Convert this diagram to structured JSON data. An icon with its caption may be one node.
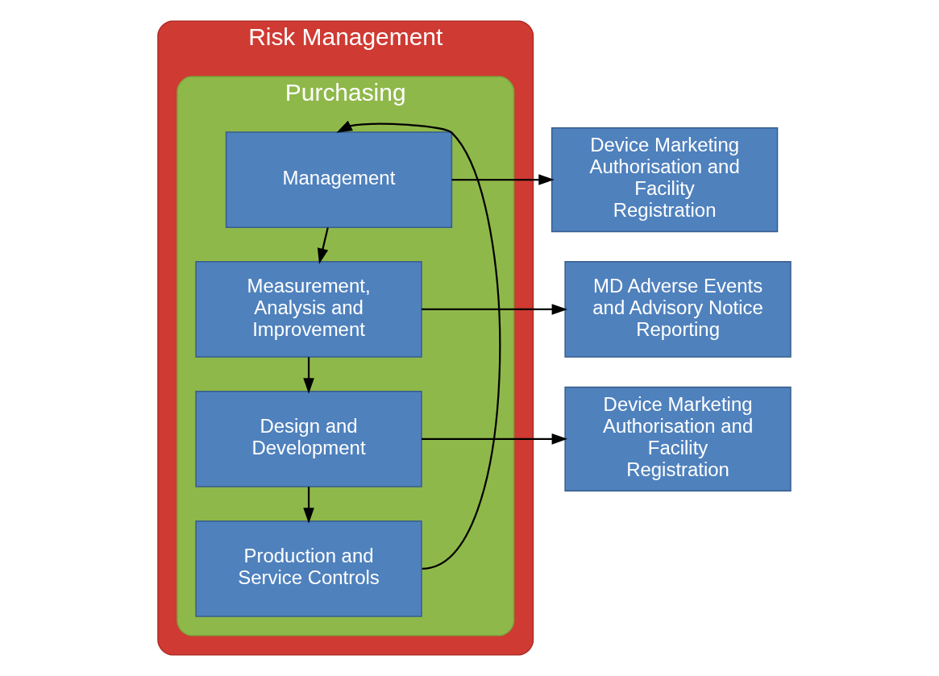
{
  "diagram": {
    "nodes": [
      {
        "text": [
          "Risk Management"
        ]
      },
      {
        "text": [
          "Purchasing"
        ],
        "in": 0
      },
      {
        "text": [
          "Management"
        ],
        "in": 1
      },
      {
        "text": [
          "Measurement, Analysis and Improvement"
        ],
        "in": 1
      },
      {
        "text": [
          "Design and Development"
        ],
        "in": 1
      },
      {
        "text": [
          "Production and Service Controls"
        ],
        "in": 1
      },
      {
        "text": [
          "Device Marketing Authorisation and Facility Registration"
        ]
      },
      {
        "text": [
          "MD Adverse Events and Advisory Notice Reporting"
        ]
      },
      {
        "text": [
          "Device Marketing Authorisation and Facility Registration"
        ]
      }
    ],
    "edges": [
      {
        "from": 2,
        "to": 3,
        "arrow": "to"
      },
      {
        "from": 3,
        "to": 4,
        "arrow": "to"
      },
      {
        "from": 4,
        "to": 5,
        "arrow": "to"
      },
      {
        "from": 2,
        "to": 6,
        "arrow": "to"
      },
      {
        "from": 3,
        "to": 7,
        "arrow": "to"
      },
      {
        "from": 4,
        "to": 8,
        "arrow": "to"
      },
      {
        "from": 5,
        "to": 2,
        "arrow": "to"
      }
    ]
  }
}
